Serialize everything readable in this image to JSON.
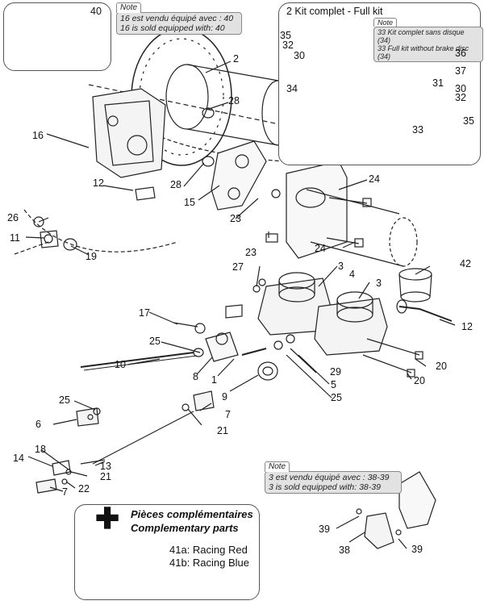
{
  "box_40": {
    "label": "40",
    "note_tab": "Note",
    "note_lines": [
      "16 est vendu équipé avec : 40",
      "16 is sold equipped with: 40"
    ]
  },
  "kit_box": {
    "title": "2 Kit complet - Full kit",
    "note_tab": "Note",
    "note_lines": [
      "33 Kit complet sans disque (34)",
      "33 Full kit without brake disc (34)"
    ],
    "numbers": [
      "35",
      "32",
      "30",
      "34",
      "36",
      "37",
      "31",
      "30",
      "32",
      "35",
      "33"
    ]
  },
  "note_38_39": {
    "tab": "Note",
    "lines": [
      "3 est vendu équipé avec : 38-39",
      "3 is sold equipped with: 38-39"
    ]
  },
  "complementary": {
    "plus": "✚",
    "title_fr": "Pièces complémentaires",
    "title_en": "Complementary parts",
    "options": [
      "41a: Racing Red",
      "41b: Racing Blue"
    ]
  },
  "part_numbers": [
    "2",
    "28",
    "16",
    "12",
    "28",
    "15",
    "23",
    "24",
    "24",
    "23",
    "26",
    "11",
    "19",
    "27",
    "3",
    "4",
    "3",
    "42",
    "17",
    "25",
    "8",
    "1",
    "29",
    "5",
    "25",
    "10",
    "9",
    "12",
    "20",
    "20",
    "25",
    "6",
    "7",
    "21",
    "18",
    "14",
    "13",
    "21",
    "22",
    "7",
    "39",
    "38",
    "39"
  ]
}
